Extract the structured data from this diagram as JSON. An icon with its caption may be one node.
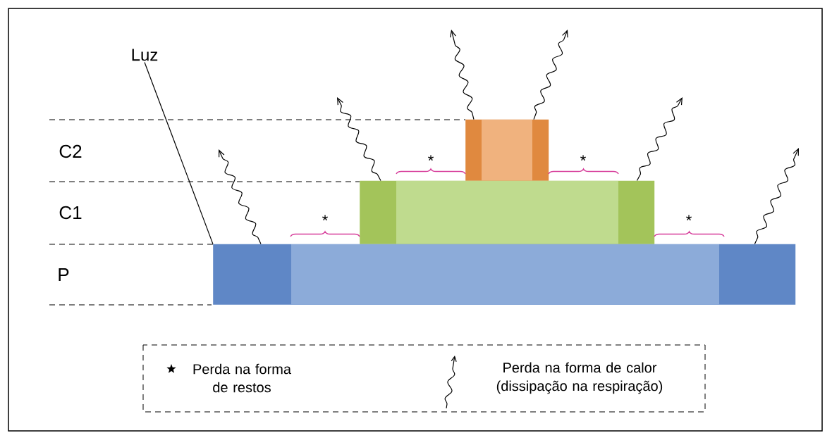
{
  "diagram": {
    "nodes": [
      {
        "text": [
          "Luz"
        ]
      },
      {
        "text": [],
        "shape": "bar"
      },
      {
        "text": [],
        "shape": "bar"
      },
      {
        "text": [],
        "shape": "bar"
      }
    ],
    "edges": [
      {
        "from": 0,
        "to": 3,
        "arrow": "none"
      },
      {
        "from": 3,
        "to": null,
        "arrow": "to"
      },
      {
        "from": 2,
        "to": null,
        "arrow": "to"
      },
      {
        "from": 1,
        "to": null,
        "arrow": "to"
      },
      {
        "from": 1,
        "to": null,
        "arrow": "to"
      },
      {
        "from": 2,
        "to": null,
        "arrow": "to"
      },
      {
        "from": 3,
        "to": null,
        "arrow": "to"
      }
    ],
    "labels": [
      "C2",
      "C1",
      "P",
      "*",
      "*",
      "*",
      "*"
    ],
    "legend": [
      {
        "text": "Perda na forma de restos"
      },
      {
        "text": "Perda na forma de calor (dissipação na respiração)"
      }
    ]
  }
}
